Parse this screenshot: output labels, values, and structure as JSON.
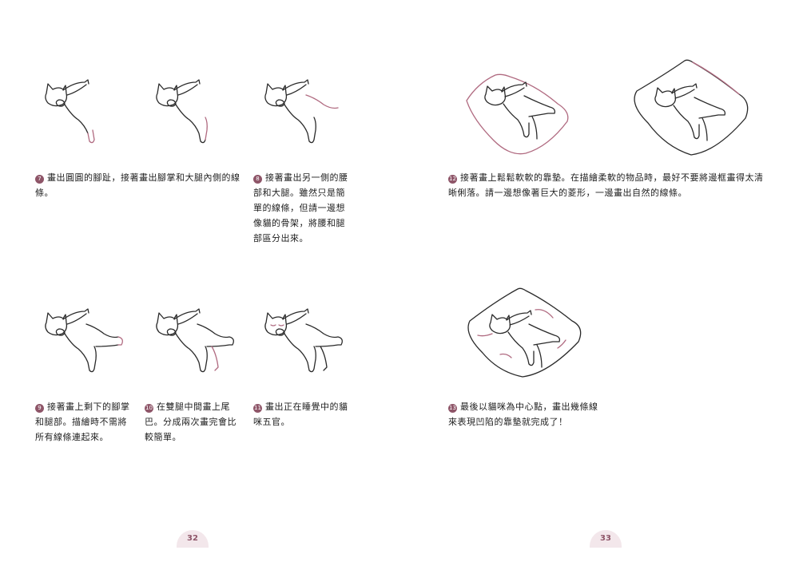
{
  "steps": [
    {
      "num": "7",
      "text": "畫出圓圓的腳趾，接著畫出腳掌和大腿內側的線條。"
    },
    {
      "num": "8",
      "text": "接著畫出另一側的腰部和大腿。雖然只是簡單的線條，但請一邊想像貓的骨架，將腰和腿部區分出來。"
    },
    {
      "num": "12",
      "text": "接著畫上鬆鬆軟軟的靠墊。在描繪柔軟的物品時，最好不要將邊框畫得太清晰俐落。請一邊想像著巨大的菱形，一邊畫出自然的線條。"
    },
    {
      "num": "9",
      "text": "接著畫上剩下的腳掌和腿部。描繪時不需將所有線條連起來。"
    },
    {
      "num": "10",
      "text": "在雙腿中間畫上尾巴。分成兩次畫完會比較簡單。"
    },
    {
      "num": "11",
      "text": "畫出正在睡覺中的貓咪五官。"
    },
    {
      "num": "13",
      "text": "最後以貓咪為中心點，畫出幾條線來表現凹陷的靠墊就完成了！"
    }
  ],
  "pages": {
    "left": "32",
    "right": "33"
  },
  "colors": {
    "accent": "#8e5568",
    "highlight_stroke": "#b06a80",
    "tab_bg": "#f3e7eb"
  }
}
